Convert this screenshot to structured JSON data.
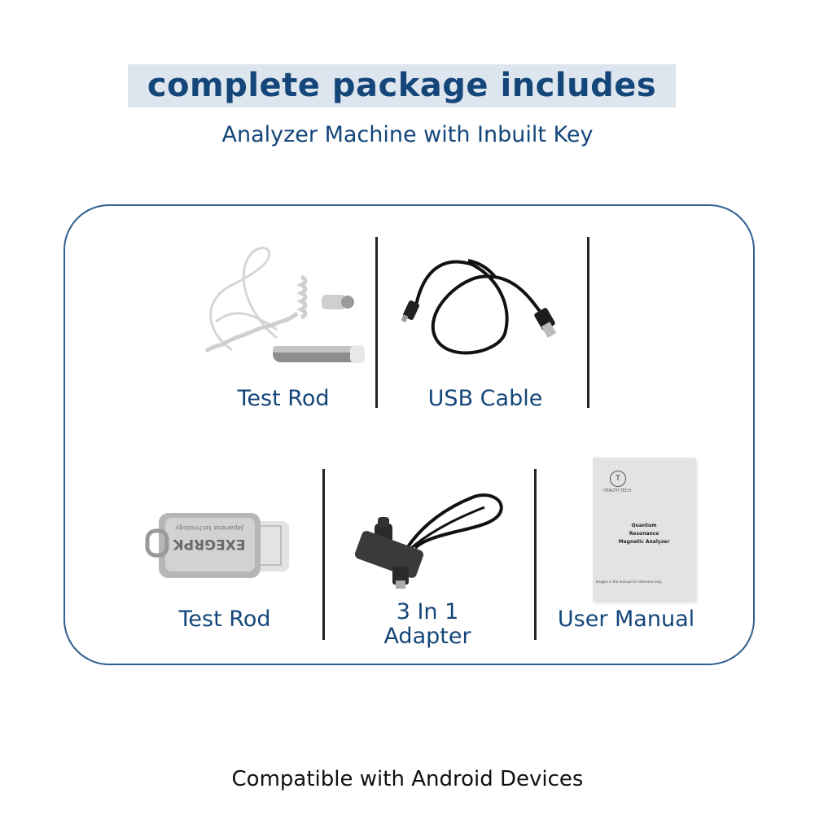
{
  "header": {
    "title": "complete package includes",
    "subtitle": "Analyzer Machine with Inbuilt Key"
  },
  "items": [
    {
      "label": "Test Rod",
      "icon": "coiled-test-rod-image"
    },
    {
      "label": "USB Cable",
      "icon": "usb-cable-image"
    },
    {
      "label": "Test Rod",
      "icon": "usb-drive-image",
      "printed_text": "EXEGRPK",
      "printed_subtext": "Japanese technology"
    },
    {
      "label_line1": "3 In 1",
      "label_line2": "Adapter",
      "icon": "otg-adapter-image"
    },
    {
      "label": "User Manual",
      "icon": "manual-booklet-image",
      "manual": {
        "brand": "HEALTH TECH",
        "line1": "Quantum",
        "line2": "Resonance",
        "line3": "Magnetic Analyzer",
        "note": "Images in the manual for reference only."
      }
    }
  ],
  "footer": {
    "text": "Compatible with Android Devices"
  },
  "colors": {
    "accent": "#14467a",
    "band": "#dde5ee",
    "border": "#2f5f8e"
  }
}
